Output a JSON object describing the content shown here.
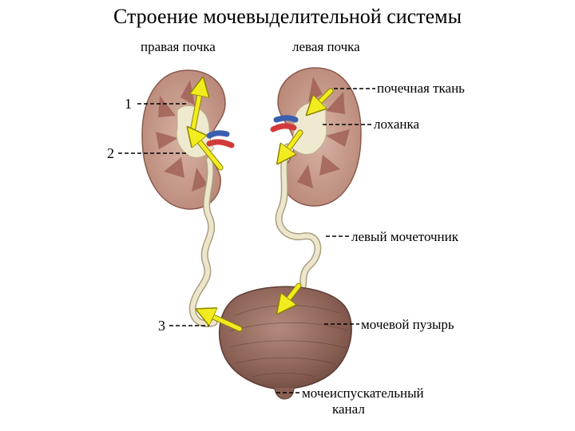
{
  "title": "Строение мочевыделительной системы",
  "labels": {
    "right_kidney": "правая почка",
    "left_kidney": "левая почка",
    "kidney_tissue": "почечная ткань",
    "pelvis": "лоханка",
    "left_ureter": "левый мочеточник",
    "bladder": "мочевой пузырь",
    "urethra_line1": "мочеиспускательный",
    "urethra_line2": "канал"
  },
  "markers": {
    "m1": "1",
    "m2": "2",
    "m3": "3"
  },
  "colors": {
    "arrow": "#f2ec1e",
    "kidney_cortex": "#c99a8e",
    "kidney_medulla": "#9c5a50",
    "pelvis": "#efe9cf",
    "ureter": "#eee6cc",
    "bladder": "#9a6f63",
    "artery": "#d23a3a",
    "vein": "#3a5fb0"
  }
}
